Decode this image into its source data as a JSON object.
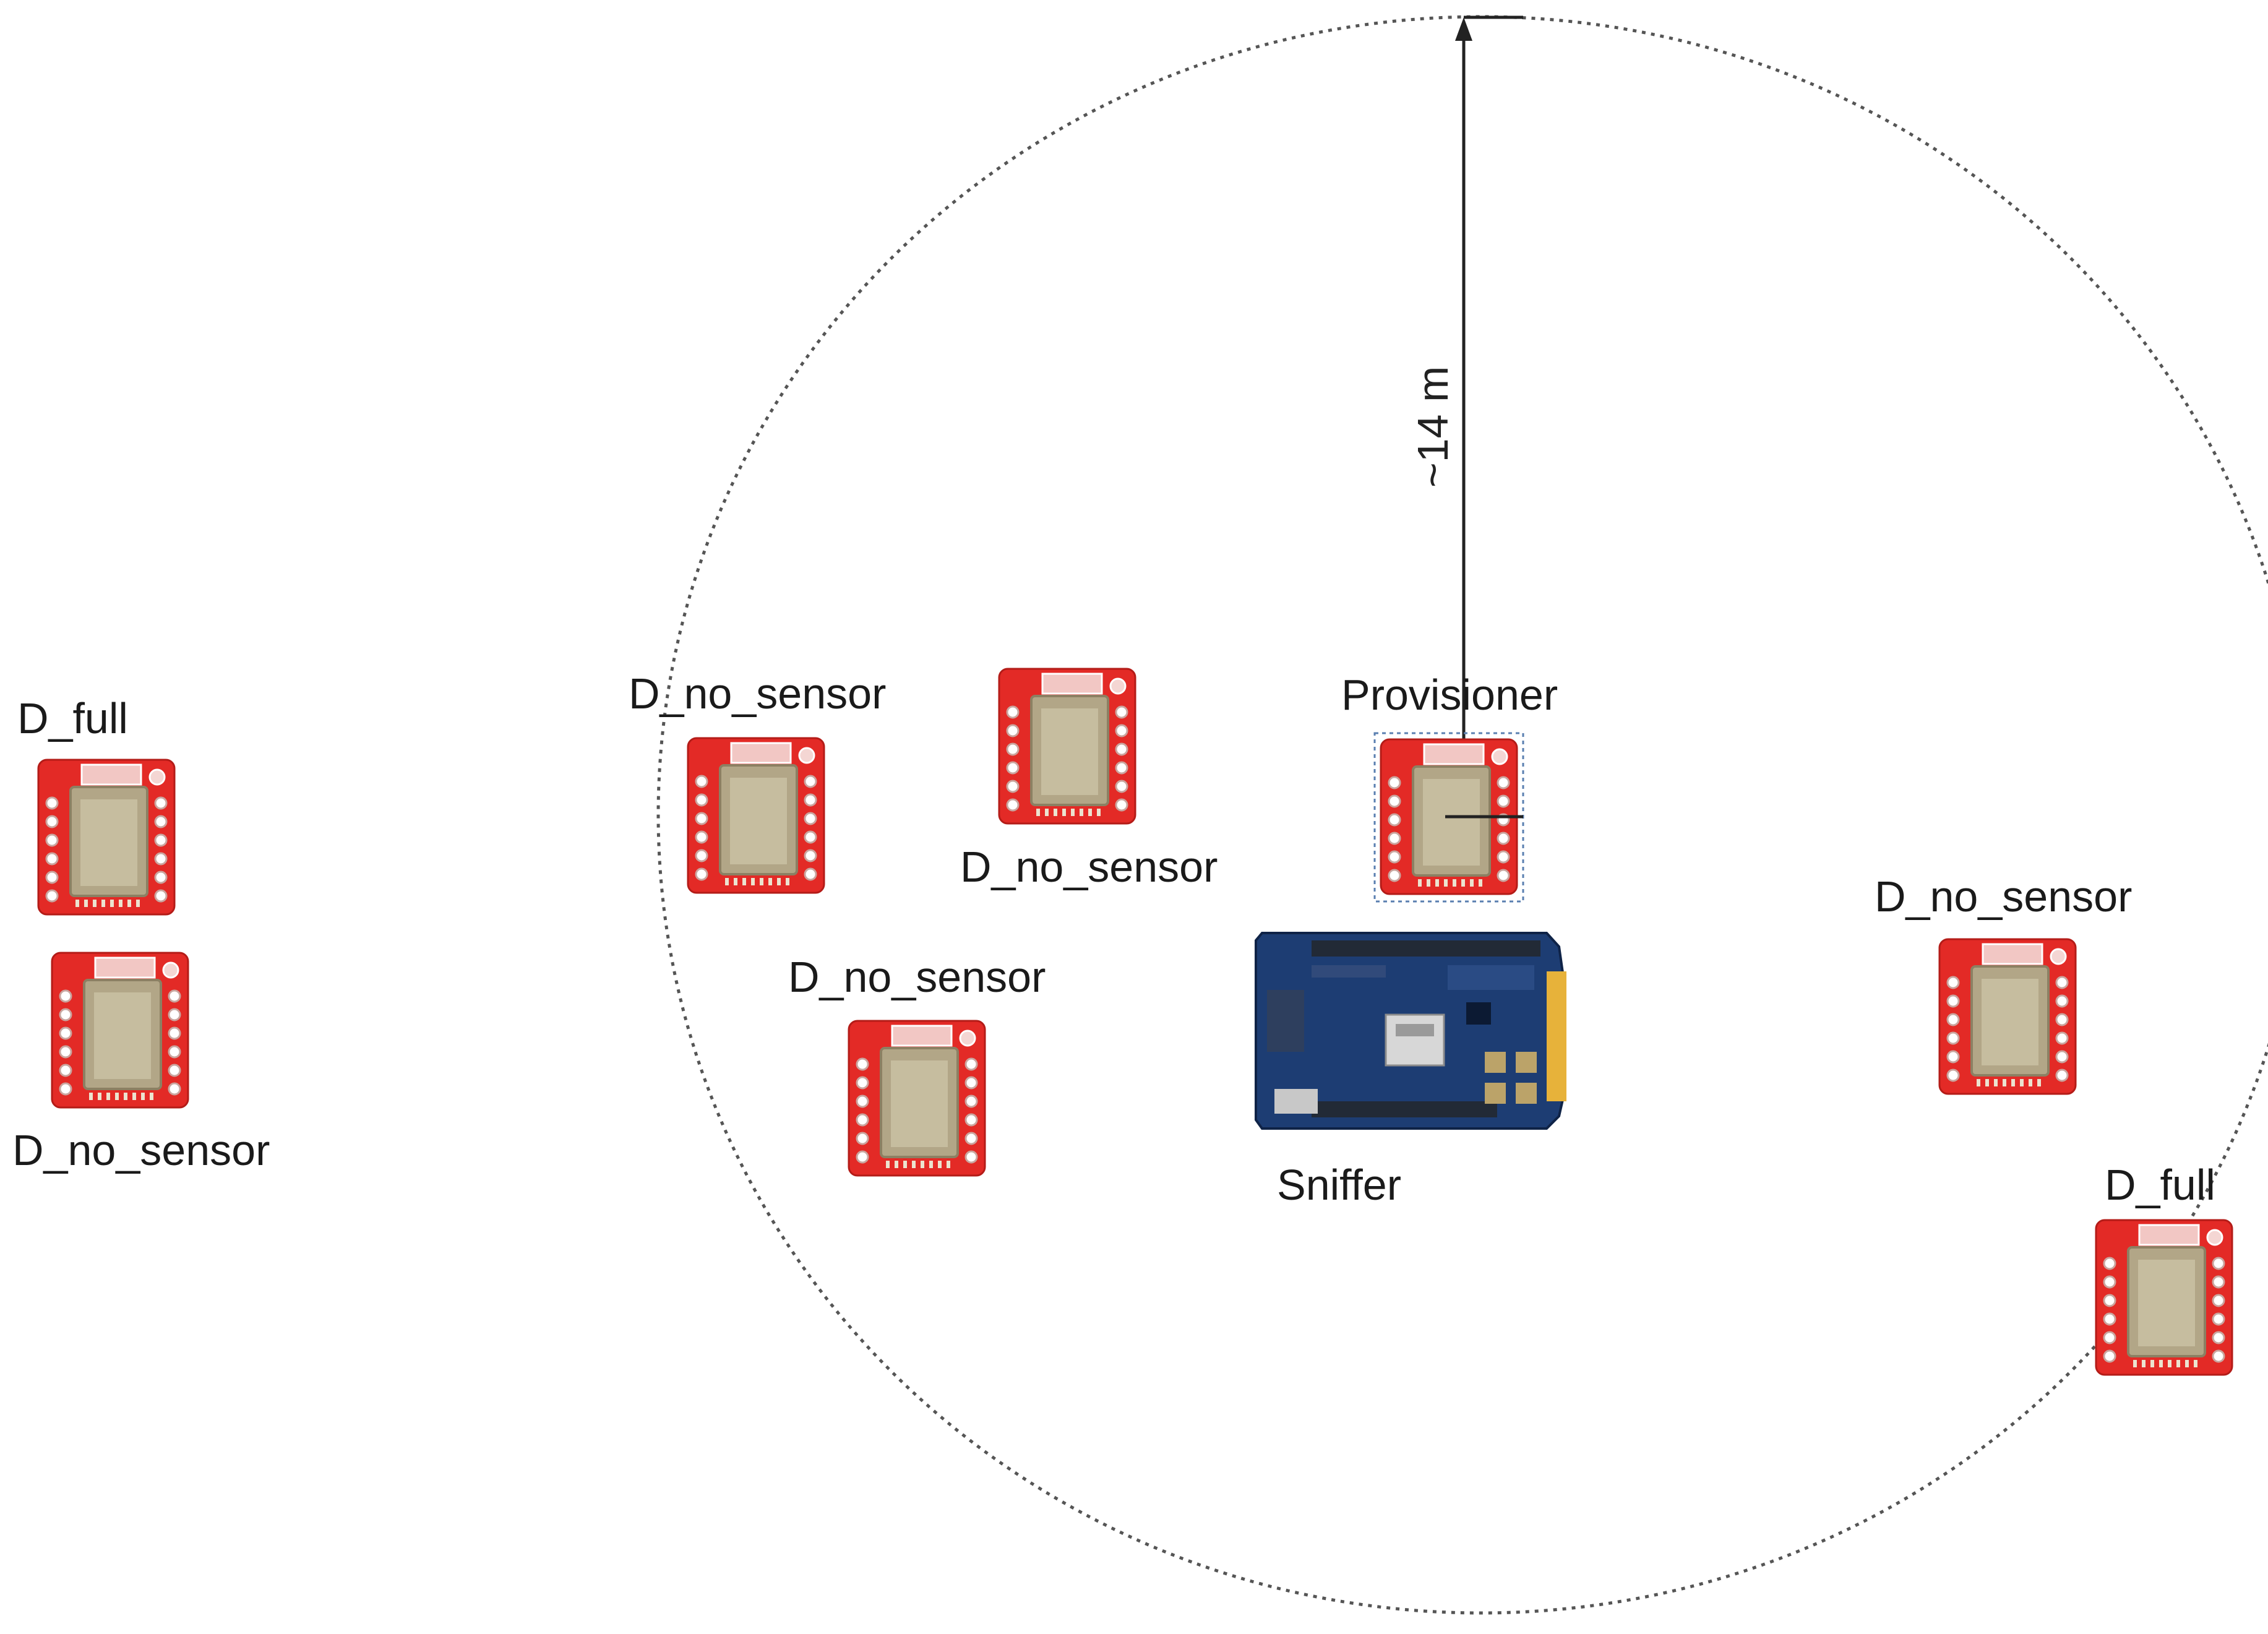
{
  "range_annotation": "~14 m",
  "provisioner": {
    "label": "Provisioner"
  },
  "sniffer": {
    "label": "Sniffer"
  },
  "nodes": [
    {
      "label": "D_full"
    },
    {
      "label": "D_no_sensor"
    },
    {
      "label": "D_no_sensor"
    },
    {
      "label": "D_no_sensor"
    },
    {
      "label": "D_no_sensor"
    },
    {
      "label": "D_no_sensor"
    },
    {
      "label": "D_full"
    }
  ],
  "colors": {
    "node_board": "#e32a26",
    "node_module": "#b2a687",
    "sniffer_board": "#1d3d73",
    "range_circle": "#555555",
    "text": "#1a1a1a"
  }
}
